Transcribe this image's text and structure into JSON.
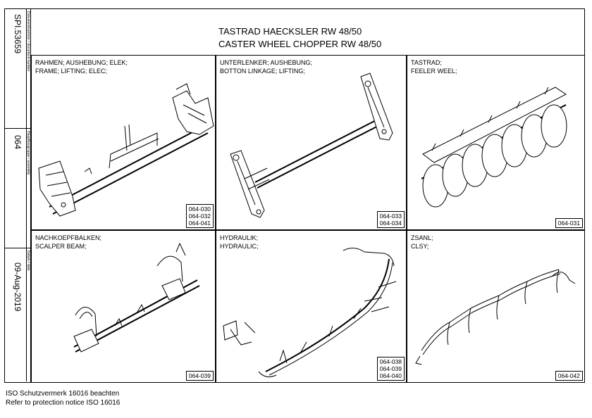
{
  "sidebar": {
    "document_number": "SPI.53659",
    "document_number_label": "Dokumentnummer / document number",
    "assembly": "064",
    "assembly_label": "Hauptbaugruppe / assembly",
    "date": "09-Aug-2019",
    "date_label": "Datum / date"
  },
  "title": {
    "line1": "TASTRAD HAECKSLER RW 48/50",
    "line2": "CASTER WHEEL CHOPPER RW 48/50"
  },
  "cells": [
    {
      "line1": "RAHMEN; AUSHEBUNG; ELEK;",
      "line2": "FRAME; LIFTING; ELEC;",
      "parts": [
        "064-030",
        "064-032",
        "064-041"
      ]
    },
    {
      "line1": "UNTERLENKER; AUSHEBUNG;",
      "line2": "BOTTON LINKAGE; LIFTING;",
      "parts": [
        "064-033",
        "064-034"
      ]
    },
    {
      "line1": "TASTRAD;",
      "line2": "FEELER WEEL;",
      "parts": [
        "064-031"
      ]
    },
    {
      "line1": "NACHKOEPFBALKEN;",
      "line2": "SCALPER BEAM;",
      "parts": [
        "064-039"
      ]
    },
    {
      "line1": "HYDRAULIK;",
      "line2": "HYDRAULIC;",
      "parts": [
        "064-038",
        "064-039",
        "064-040"
      ]
    },
    {
      "line1": "ZSANL;",
      "line2": "CLSY;",
      "parts": [
        "064-042"
      ]
    }
  ],
  "footer": {
    "line1": "ISO Schutzvermerk 16016 beachten",
    "line2": "Refer to protection notice ISO 16016"
  }
}
